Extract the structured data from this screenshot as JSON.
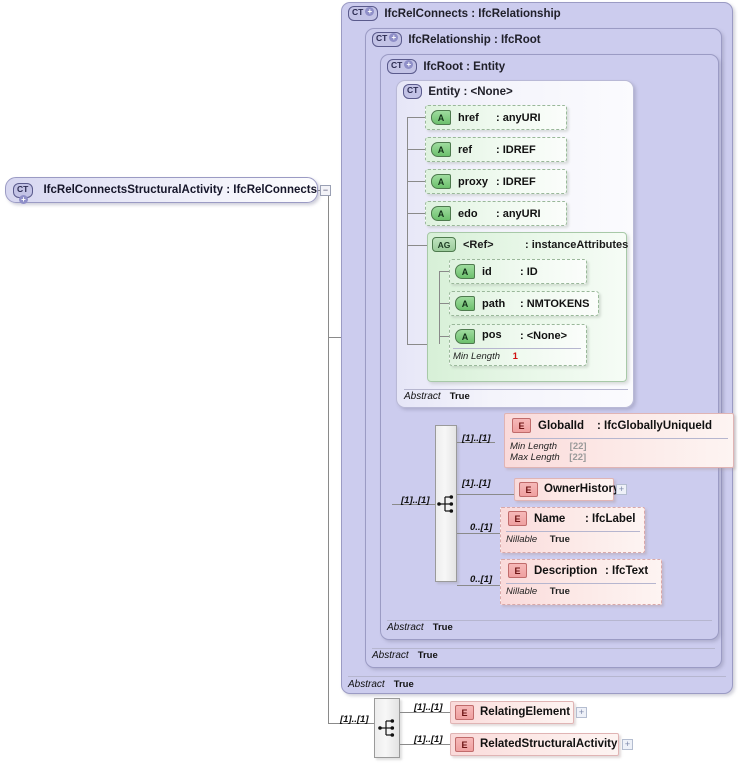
{
  "diagram": {
    "kind": "xsd-schema-diagram",
    "root_node": {
      "badge": "CT",
      "label": "IfcRelConnectsStructuralActivity : IfcRelConnects",
      "toggle": "−"
    },
    "containers": [
      {
        "badge": "CT",
        "plus": "+",
        "label": "IfcRelConnects : IfcRelationship",
        "abstract_label": "Abstract",
        "abstract_value": "True"
      },
      {
        "badge": "CT",
        "plus": "+",
        "label": "IfcRelationship : IfcRoot",
        "abstract_label": "Abstract",
        "abstract_value": "True"
      },
      {
        "badge": "CT",
        "plus": "+",
        "label": "IfcRoot  : Entity",
        "abstract_label": "Abstract",
        "abstract_value": "True"
      },
      {
        "badge": "CT",
        "plus": "",
        "label": "Entity     : <None>",
        "abstract_label": "Abstract",
        "abstract_value": "True"
      }
    ],
    "attributes": [
      {
        "badge": "A",
        "name": "href",
        "type": ": anyURI"
      },
      {
        "badge": "A",
        "name": "ref",
        "type": ": IDREF"
      },
      {
        "badge": "A",
        "name": "proxy",
        "type": ": IDREF"
      },
      {
        "badge": "A",
        "name": "edo",
        "type": ": anyURI"
      }
    ],
    "attribute_group": {
      "badge": "AG",
      "name": "<Ref>",
      "type": ": instanceAttributes",
      "members": [
        {
          "badge": "A",
          "name": "id",
          "type": ": ID",
          "facets": []
        },
        {
          "badge": "A",
          "name": "path",
          "type": ": NMTOKENS",
          "facets": []
        },
        {
          "badge": "A",
          "name": "pos",
          "type": ": <None>",
          "facets": [
            {
              "label": "Min Length",
              "value": "1",
              "style": "red"
            }
          ]
        }
      ]
    },
    "root_elements": [
      {
        "badge": "E",
        "name": "GlobalId",
        "type": ": IfcGloballyUniqueId",
        "cardinality": "[1]..[1]",
        "toggle": null,
        "dashed": false,
        "facets": [
          {
            "label": "Min Length",
            "value": "[22]",
            "style": "grey"
          },
          {
            "label": "Max Length",
            "value": "[22]",
            "style": "grey"
          }
        ]
      },
      {
        "badge": "E",
        "name": "OwnerHistory",
        "type": "",
        "cardinality": "[1]..[1]",
        "toggle": "+",
        "dashed": false,
        "facets": []
      },
      {
        "badge": "E",
        "name": "Name",
        "type": ": IfcLabel",
        "cardinality": "0..[1]",
        "toggle": null,
        "dashed": true,
        "facets": [
          {
            "label": "Nillable",
            "value": "True",
            "style": "bold"
          }
        ]
      },
      {
        "badge": "E",
        "name": "Description",
        "type": ": IfcText",
        "cardinality": "0..[1]",
        "toggle": null,
        "dashed": true,
        "facets": [
          {
            "label": "Nillable",
            "value": "True",
            "style": "bold"
          }
        ]
      }
    ],
    "own_elements": [
      {
        "badge": "E",
        "name": "RelatingElement",
        "type": "",
        "cardinality": "[1]..[1]",
        "toggle": "+",
        "dashed": false
      },
      {
        "badge": "E",
        "name": "RelatedStructuralActivity",
        "type": "",
        "cardinality": "[1]..[1]",
        "toggle": "+",
        "dashed": false
      }
    ],
    "sequences": [
      {
        "name": "root-sequence",
        "cardinality": "[1]..[1]"
      },
      {
        "name": "own-sequence",
        "cardinality": "[1]..[1]"
      }
    ],
    "colors": {
      "container_fill": "#ccccee",
      "attribute_fill": "#dff2df",
      "element_fill": "#fadada",
      "sequence_fill": "#ededed",
      "line": "#8a8a8a",
      "facet_red": "#d01010",
      "facet_grey": "#9a9a9a"
    }
  }
}
